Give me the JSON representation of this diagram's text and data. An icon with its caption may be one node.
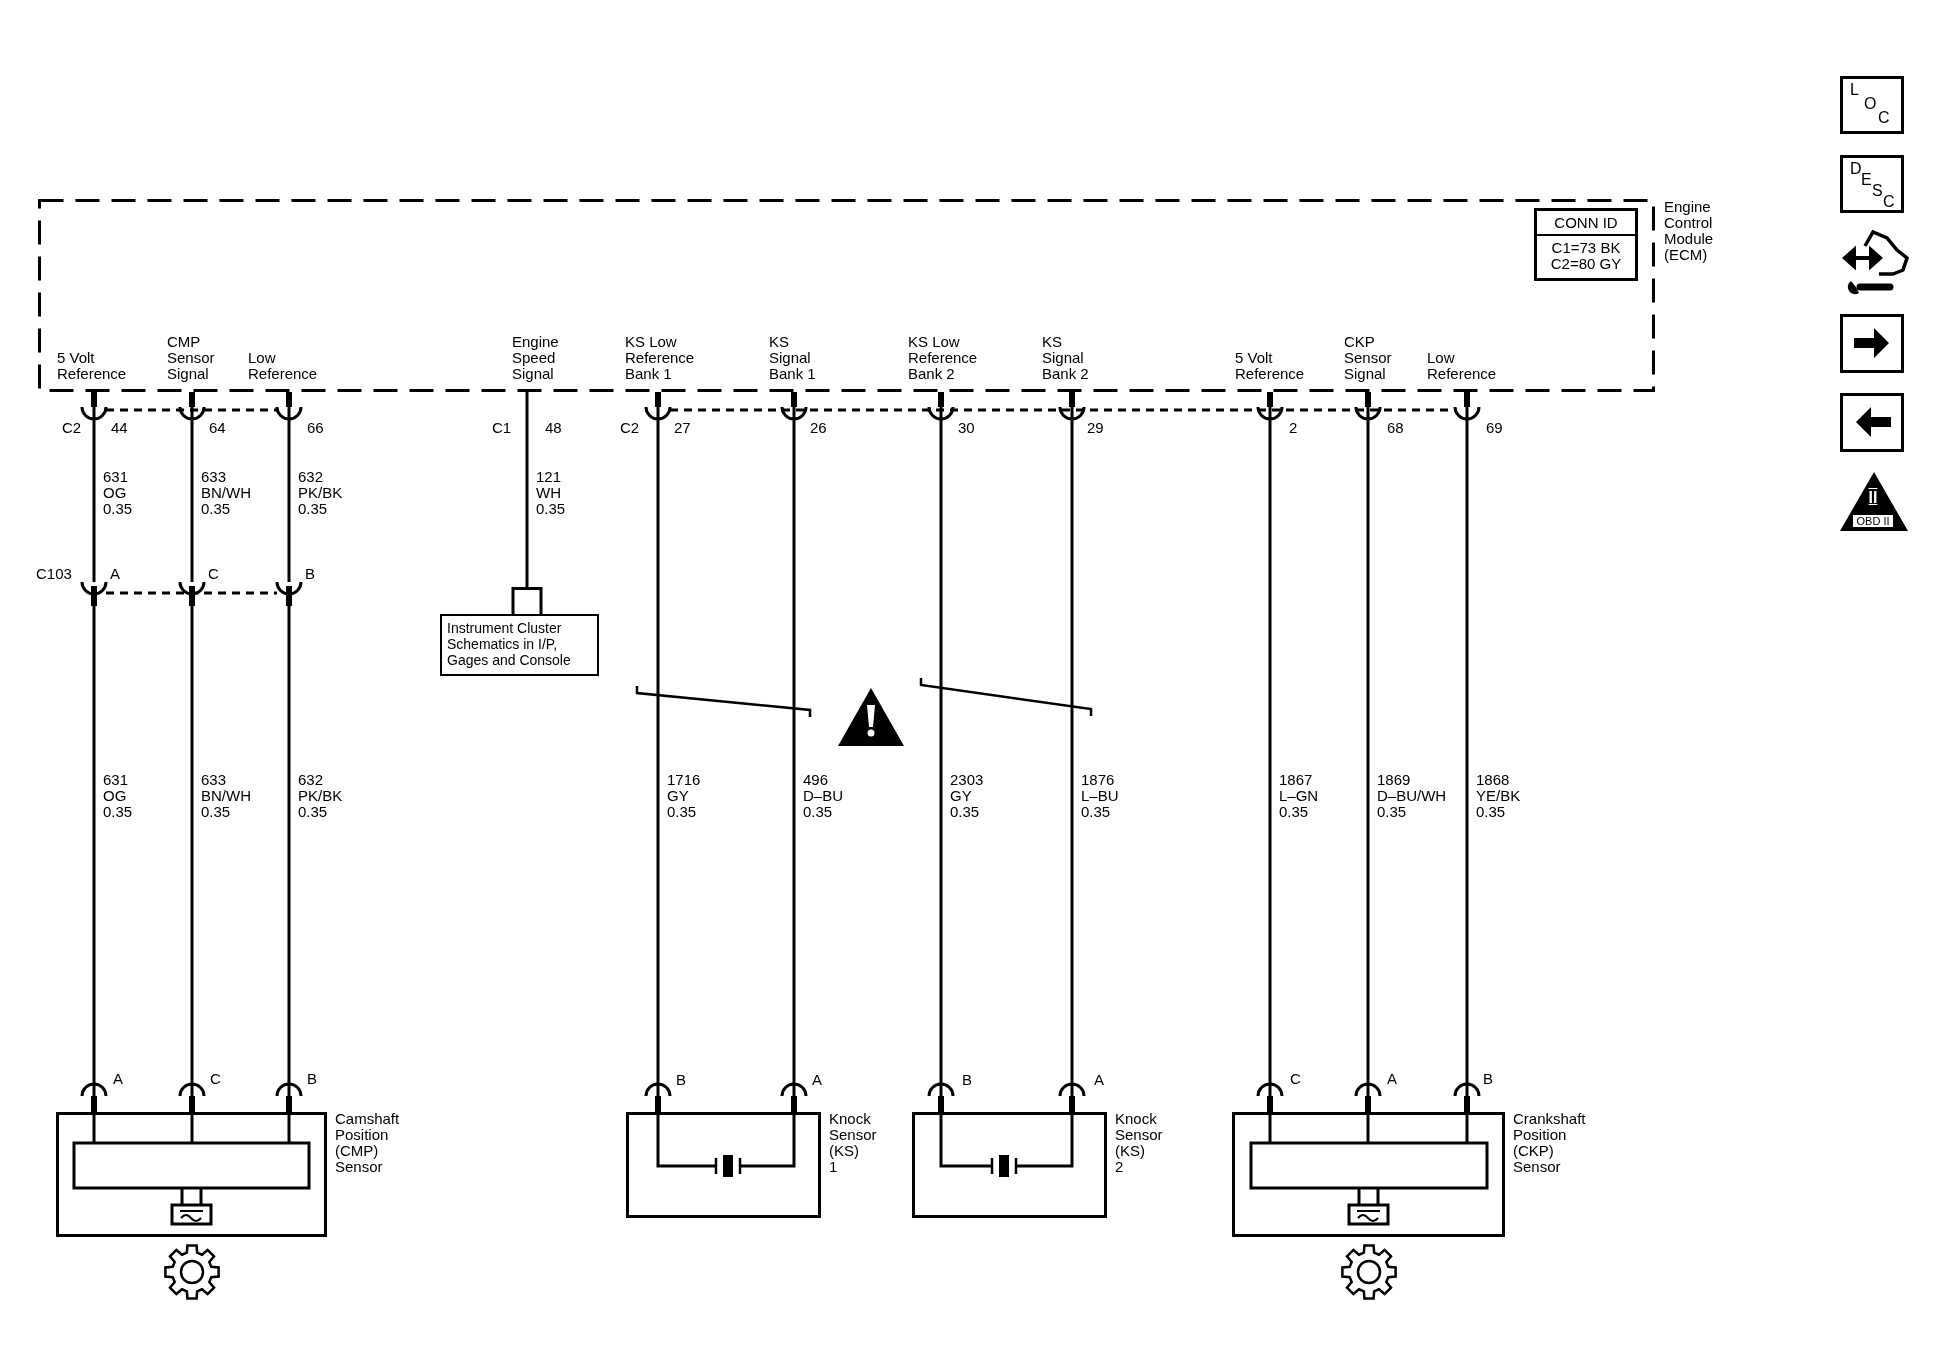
{
  "diagram": {
    "nodes": [
      {
        "text": [
          "Engine Control Module (ECM)"
        ]
      },
      {
        "text": [
          "CONN ID",
          "C1=73 BK C2=80 GY"
        ],
        "in": 0
      },
      {
        "text": [
          "C103",
          "A",
          "C",
          "B"
        ]
      },
      {
        "text": [
          "Instrument Cluster Schematics in I/P, Gages and Console"
        ]
      },
      {
        "text": [
          "Camshaft Position (CMP) Sensor"
        ],
        "beside": [
          "A",
          "C",
          "B"
        ]
      },
      {
        "text": [
          "Knock Sensor (KS) 1"
        ],
        "beside": [
          "B",
          "A"
        ]
      },
      {
        "text": [
          "Knock Sensor (KS) 2"
        ],
        "beside": [
          "B",
          "A"
        ]
      },
      {
        "text": [
          "Crankshaft Position (CKP) Sensor"
        ],
        "beside": [
          "C",
          "A",
          "B"
        ]
      }
    ],
    "edges": [
      {
        "from": 0,
        "to": 2,
        "arrow": "other",
        "label": "631 OG 0.35"
      },
      {
        "from": 0,
        "to": 2,
        "arrow": "other",
        "label": "633 BN/WH 0.35"
      },
      {
        "from": 0,
        "to": 2,
        "arrow": "other",
        "label": "632 PK/BK 0.35"
      },
      {
        "from": 2,
        "to": 4,
        "arrow": "other",
        "label": "631 OG 0.35"
      },
      {
        "from": 2,
        "to": 4,
        "arrow": "other",
        "label": "633 BN/WH 0.35"
      },
      {
        "from": 2,
        "to": 4,
        "arrow": "other",
        "label": "632 PK/BK 0.35"
      },
      {
        "from": 0,
        "to": 3,
        "arrow": "none",
        "label": "121 WH 0.35"
      },
      {
        "from": 0,
        "to": 5,
        "arrow": "other",
        "label": "1716 GY 0.35"
      },
      {
        "from": 0,
        "to": 5,
        "arrow": "other",
        "label": "496 D–BU 0.35"
      },
      {
        "from": 0,
        "to": 6,
        "arrow": "other",
        "label": "2303 GY 0.35"
      },
      {
        "from": 0,
        "to": 6,
        "arrow": "other",
        "label": "1876 L–BU 0.35"
      },
      {
        "from": 0,
        "to": 7,
        "arrow": "other",
        "label": "1867 L–GN 0.35"
      },
      {
        "from": 0,
        "to": 7,
        "arrow": "other",
        "label": "1869 D–BU/WH 0.35"
      },
      {
        "from": 0,
        "to": 7,
        "arrow": "other",
        "label": "1868 YE/BK 0.35"
      }
    ],
    "labels": [
      "5 Volt Reference",
      "CMP Sensor Signal",
      "Low Reference",
      "Engine Speed Signal",
      "KS Low Reference Bank 1",
      "KS Signal Bank 1",
      "KS Low Reference Bank 2",
      "KS Signal Bank 2",
      "5 Volt Reference",
      "CKP Sensor Signal",
      "Low Reference",
      "C2",
      "44",
      "64",
      "66",
      "C1",
      "48",
      "C2",
      "27",
      "26",
      "30",
      "29",
      "2",
      "68",
      "69",
      "LOC",
      "DESC",
      "II",
      "OBD II"
    ]
  }
}
